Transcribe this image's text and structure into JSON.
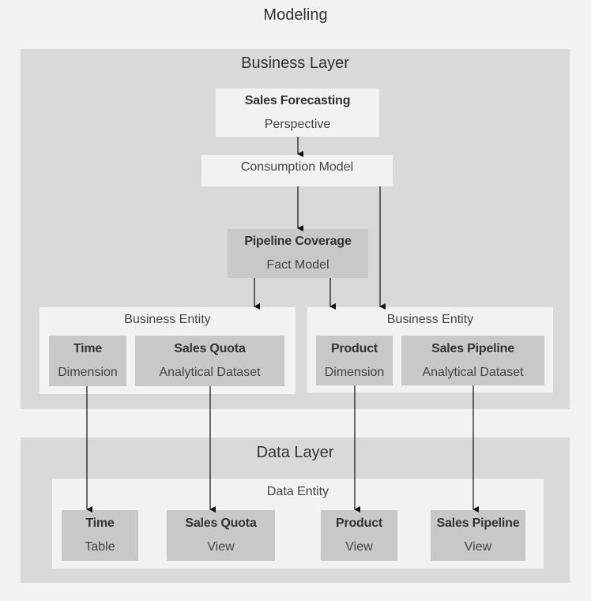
{
  "diagram": {
    "title": "Modeling",
    "business_layer": {
      "title": "Business Layer",
      "perspective": {
        "name": "Sales Forecasting",
        "type": "Perspective"
      },
      "consumption_model": {
        "label": "Consumption Model"
      },
      "fact_model": {
        "name": "Pipeline Coverage",
        "type": "Fact Model"
      },
      "entity_left": {
        "title": "Business Entity",
        "items": [
          {
            "name": "Time",
            "type": "Dimension"
          },
          {
            "name": "Sales Quota",
            "type": "Analytical Dataset"
          }
        ]
      },
      "entity_right": {
        "title": "Business Entity",
        "items": [
          {
            "name": "Product",
            "type": "Dimension"
          },
          {
            "name": "Sales Pipeline",
            "type": "Analytical Dataset"
          }
        ]
      }
    },
    "data_layer": {
      "title": "Data Layer",
      "entity": {
        "title": "Data Entity",
        "items": [
          {
            "name": "Time",
            "type": "Table"
          },
          {
            "name": "Sales Quota",
            "type": "View"
          },
          {
            "name": "Product",
            "type": "View"
          },
          {
            "name": "Sales Pipeline",
            "type": "View"
          }
        ]
      }
    }
  }
}
